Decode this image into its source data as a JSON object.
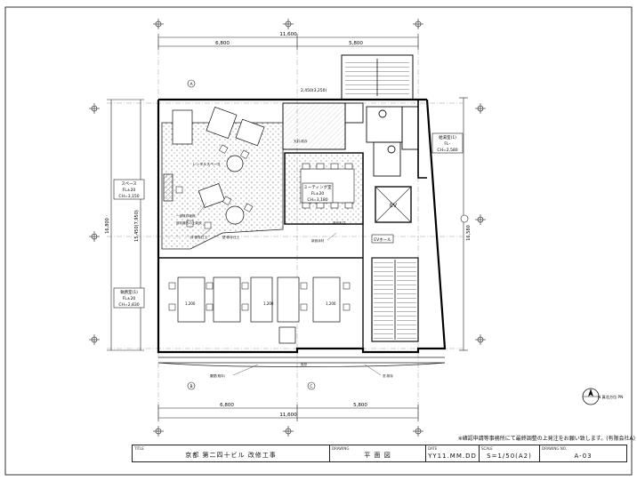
{
  "dims": {
    "top_left": "6,800",
    "top_total": "11,600",
    "top_right": "5,800",
    "bottom_left": "6,800",
    "bottom_right": "5,800",
    "bottom_total": "11,600",
    "left_total": "16,800",
    "left_sub": "15,450(7,950)",
    "right_total": "16,580",
    "wall_top": "2,450(3,250)",
    "dim_a": "1,200",
    "dim_b": "1,200",
    "dim_c": "1,200"
  },
  "grid": {
    "a": "A",
    "b": "B",
    "c": "C"
  },
  "rooms": {
    "lounge": "レンタルスペース",
    "meeting_name": "ミーティング室",
    "meeting_fl": "FL±20",
    "meeting_ch": "CH=3,180",
    "office_name": "執務室(1)",
    "office_fl": "FL±20",
    "office_ch": "CH=2,830",
    "wet_name": "給湯室(1)",
    "wet_fl": "FL–",
    "wet_ch": "CH=2,580",
    "space_name": "スペース",
    "space_fl": "FL±20",
    "space_ch": "CH=3,150",
    "ev": "EV",
    "ev_hall": "EVホール"
  },
  "notes": {
    "n1": "一部既存継続",
    "n2": "既存撤去の上新設",
    "n3": "床:既存仕上",
    "n4": "壁:既存仕上",
    "n5": "新設床材",
    "n6": "天井:既存",
    "n7": "新設天井",
    "n8": "腰壁(既存)",
    "n9": "窓:既存",
    "n10": "既存",
    "north": "N 真北方位 PN"
  },
  "footnote": "※確認申請等事務所にて最終調整の上発注をお願い致します。(有限会社A)",
  "title_block": {
    "title_label": "TITLE",
    "title": "京都 第二四十ビル 改修工事",
    "drawing_label": "DRAWING",
    "drawing": "平 面 図",
    "date_label": "DATE",
    "date": "YY11.MM.DD",
    "scale_label": "SCALE",
    "scale": "S=1/50(A2)",
    "no_label": "DRAWING NO.",
    "no": "A-03"
  }
}
